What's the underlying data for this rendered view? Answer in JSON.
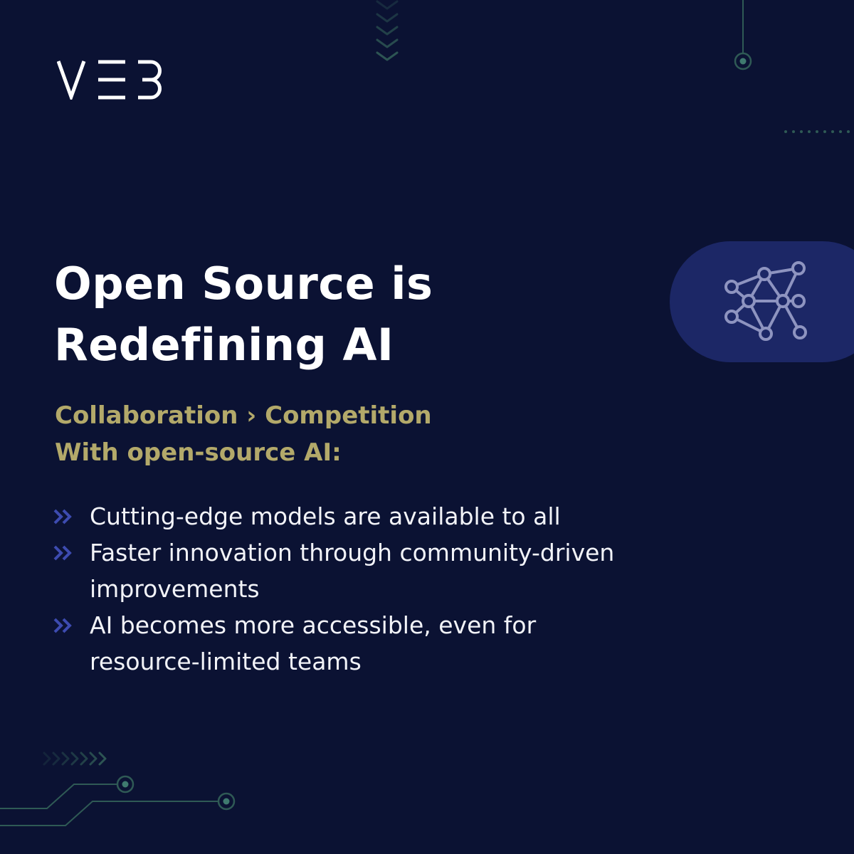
{
  "brand": {
    "logo_text": "VE3",
    "logo_icon": "ve3-logo"
  },
  "headline": {
    "line1": "Open Source is",
    "line2": "Redefining AI"
  },
  "subheading": {
    "line1": "Collaboration › Competition",
    "line2": "With open-source AI:"
  },
  "bullets": [
    {
      "line1": "Cutting-edge models are available to all",
      "line2": ""
    },
    {
      "line1": "Faster innovation through community-driven",
      "line2": "improvements"
    },
    {
      "line1": "AI becomes more accessible, even for",
      "line2": "resource-limited teams"
    }
  ],
  "icons": {
    "bullet_icon": "double-chevron-right-icon",
    "feature_icon": "neural-network-icon"
  },
  "colors": {
    "background": "#0b1233",
    "headline": "#ffffff",
    "subheading": "#b3a96a",
    "body_text": "#f2f3f8",
    "accent_blue": "#3d4bb0",
    "pill": "#1c2766",
    "circuit_teal": "#2f5a55"
  }
}
